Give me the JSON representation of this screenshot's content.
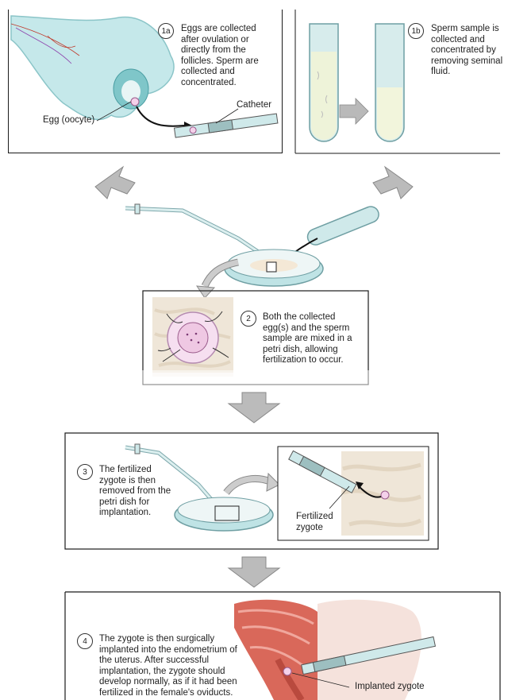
{
  "step1a": {
    "badge": "1a",
    "text": "Eggs are collected after ovulation or directly from the follicles. Sperm are collected and concentrated.",
    "label_egg": "Egg (oocyte)",
    "label_catheter": "Catheter"
  },
  "step1b": {
    "badge": "1b",
    "text": "Sperm sample is collected and concentrated by removing seminal fluid."
  },
  "step2": {
    "badge": "2",
    "text": "Both the collected egg(s) and the sperm sample are mixed in a petri dish, allowing fertilization to occur."
  },
  "step3": {
    "badge": "3",
    "text": "The fertilized zygote is then removed from the petri dish for implantation.",
    "label_zygote": "Fertilized zygote"
  },
  "step4": {
    "badge": "4",
    "text": "The zygote is then surgically implanted into the endometrium of the uterus. After successful implantation, the zygote should develop normally, as if it had been fertilized in the female's oviducts.",
    "label_implanted": "Implanted zygote"
  },
  "colors": {
    "tissue_blue": "#9fd3d6",
    "arrow_gray": "#b9b9b9",
    "uterus_red": "#d9685a",
    "dish_blue": "#bfe3e5",
    "zygote_pink": "#e6a6d6"
  }
}
